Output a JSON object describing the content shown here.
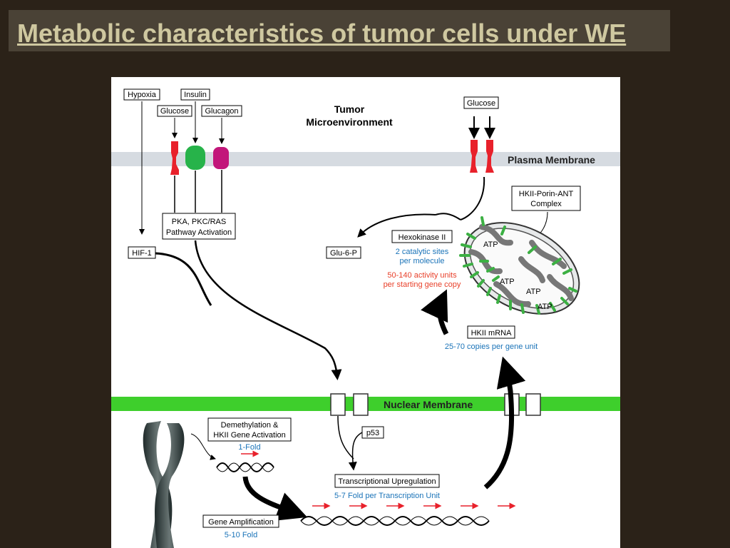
{
  "slide": {
    "title": "Metabolic characteristics of tumor cells under WE"
  },
  "diagram": {
    "header_line1": "Tumor",
    "header_line2": "Microenvironment",
    "plasma_membrane": "Plasma Membrane",
    "nuclear_membrane": "Nuclear Membrane",
    "hypoxia": "Hypoxia",
    "insulin": "Insulin",
    "glucose_left": "Glucose",
    "glucagon": "Glucagon",
    "glucose_right": "Glucose",
    "pka_line1": "PKA, PKC/RAS",
    "pka_line2": "Pathway Activation",
    "hif1": "HIF-1",
    "glu6p": "Glu-6-P",
    "hexokinase": "Hexokinase II",
    "catalytic_line1": "2 catalytic sites",
    "catalytic_line2": "per molecule",
    "activity_line1": "50-140 activity units",
    "activity_line2": "per starting gene copy",
    "complex_line1": "HKII-Porin-ANT",
    "complex_line2": "Complex",
    "atp": [
      "ATP",
      "ATP",
      "ATP",
      "ATP"
    ],
    "hkii_mrna": "HKII mRNA",
    "mrna_copies": "25-70 copies per gene unit",
    "demethyl_line1": "Demethylation &",
    "demethyl_line2": "HKII Gene Activation",
    "fold1": "1-Fold",
    "p53": "p53",
    "transcriptional": "Transcriptional Upregulation",
    "transcription_fold": "5-7 Fold per Transcription Unit",
    "gene_amp": "Gene Amplification",
    "gene_amp_fold": "5-10 Fold",
    "colors": {
      "membrane_green": "#3ecf2c",
      "plasma_grey": "#d6dbe1",
      "receptor_red": "#e8212b",
      "insulin_green": "#27b34a",
      "glucagon_magenta": "#c2167a",
      "blue_text": "#1a73b8",
      "red_text": "#e8402a"
    }
  }
}
